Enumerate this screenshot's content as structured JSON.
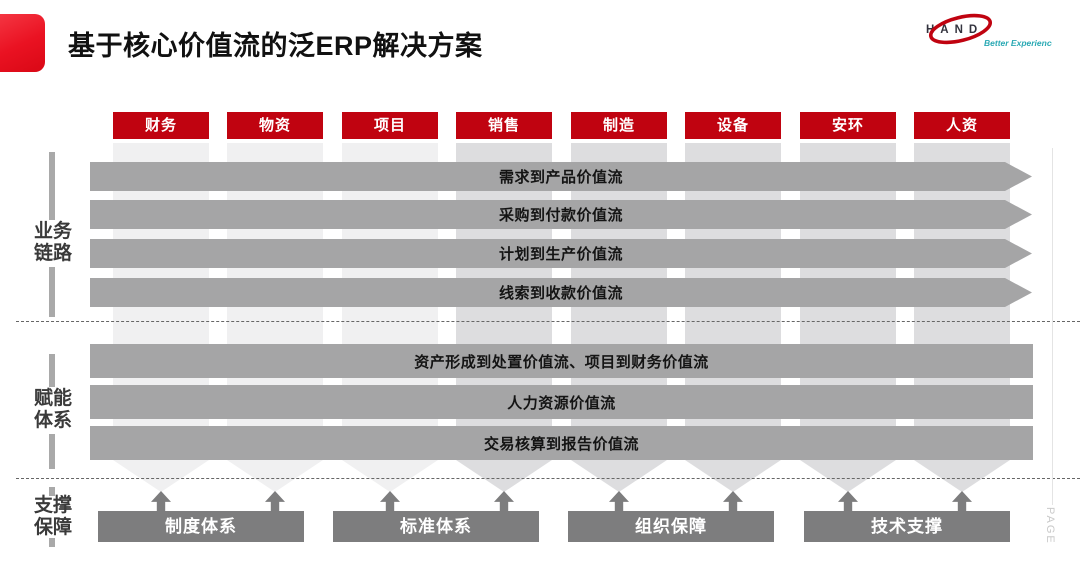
{
  "slide": {
    "title": "基于核心价值流的泛ERP解决方案",
    "page_marker": "PAGE"
  },
  "logo": {
    "brand": "HAND",
    "tagline": "Better Experience"
  },
  "columns": [
    "财务",
    "物资",
    "项目",
    "销售",
    "制造",
    "设备",
    "安环",
    "人资"
  ],
  "business_chain": {
    "label": "业务\n链路",
    "streams": [
      "需求到产品价值流",
      "采购到付款价值流",
      "计划到生产价值流",
      "线索到收款价值流"
    ]
  },
  "enable_system": {
    "label": "赋能\n体系",
    "streams": [
      "资产形成到处置价值流、项目到财务价值流",
      "人力资源价值流",
      "交易核算到报告价值流"
    ]
  },
  "support": {
    "label": "支撑\n保障",
    "boxes": [
      "制度体系",
      "标准体系",
      "组织保障",
      "技术支撑"
    ]
  },
  "colors": {
    "accent_red": "#c00310",
    "bar_gray": "#a5a5a6",
    "box_gray": "#7d7d7e",
    "column_light": "#f0f0f1",
    "column_dark": "#dddddf",
    "tagline_teal": "#2aa9b4"
  }
}
